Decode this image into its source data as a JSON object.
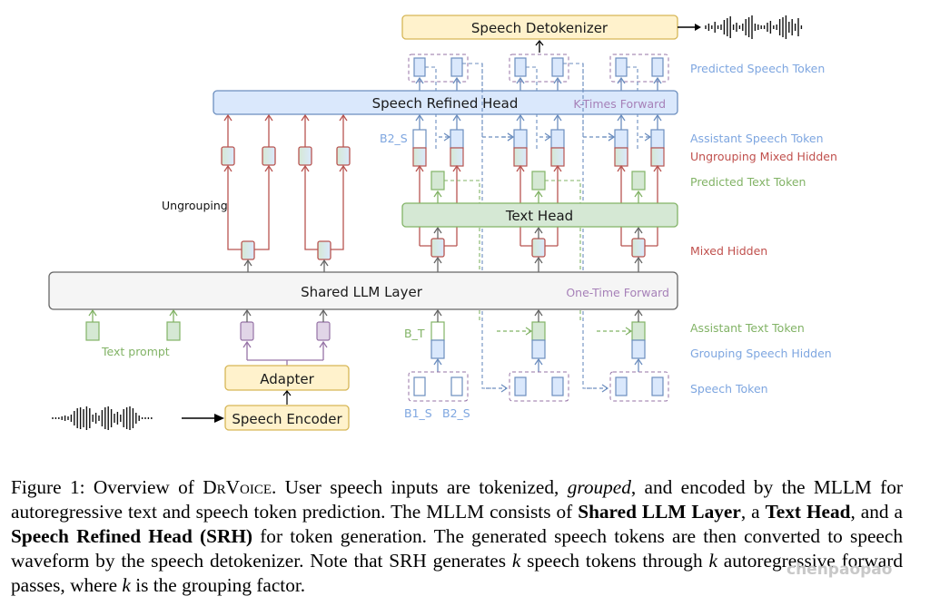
{
  "colors": {
    "speech_blue": "#6c8ebf",
    "speech_fill": "#dae8fc",
    "text_green": "#82b366",
    "text_fill": "#d5e8d4",
    "hidden_red": "#b85450",
    "adapter_purple": "#9673a6",
    "adapter_fill": "#e1d5e7",
    "yellow_fill": "#fff2cc",
    "yellow_stroke": "#d6b656",
    "shared_fill": "#f5f5f5",
    "shared_stroke": "#666666",
    "label_purple": "#a680b8"
  },
  "blocks": {
    "speech_detokenizer": "Speech Detokenizer",
    "speech_refined_head": "Speech Refined Head",
    "k_times_forward": "K-Times Forward",
    "text_head": "Text Head",
    "shared_llm_layer": "Shared LLM Layer",
    "one_time_forward": "One-Time Forward",
    "adapter": "Adapter",
    "speech_encoder": "Speech Encoder"
  },
  "labels": {
    "ungrouping": "Ungrouping",
    "text_prompt": "Text prompt",
    "b2_s_top": "B2_S",
    "b_t": "B_T",
    "b1_s": "B1_S",
    "b2_s": "B2_S"
  },
  "legend": [
    {
      "key": "predicted_speech_token",
      "text": "Predicted Speech Token",
      "color": "#7ea6e0"
    },
    {
      "key": "assistant_speech_token",
      "text": "Assistant Speech Token",
      "color": "#7ea6e0"
    },
    {
      "key": "ungrouping_mixed_hidden",
      "text": "Ungrouping Mixed Hidden",
      "color": "#c0504d"
    },
    {
      "key": "predicted_text_token",
      "text": "Predicted Text Token",
      "color": "#82b366"
    },
    {
      "key": "mixed_hidden",
      "text": "Mixed Hidden",
      "color": "#c0504d"
    },
    {
      "key": "assistant_text_token",
      "text": "Assistant Text Token",
      "color": "#82b366"
    },
    {
      "key": "grouping_speech_hidden",
      "text": "Grouping Speech Hidden",
      "color": "#7ea6e0"
    },
    {
      "key": "speech_token",
      "text": "Speech Token",
      "color": "#7ea6e0"
    }
  ],
  "caption": {
    "figure_label": "Figure 1: Overview of ",
    "model_name": "DrVoice",
    "p1": ". User speech inputs are tokenized, ",
    "grouped": "grouped",
    "p2": ", and encoded by the MLLM for autoregressive text and speech token prediction. The MLLM consists of ",
    "b1": "Shared LLM Layer",
    "p3": ", a ",
    "b2": "Text Head",
    "p4": ", and a ",
    "b3": "Speech Refined Head",
    "p5": " ",
    "b4": "(SRH)",
    "p6": " for token generation. The generated speech tokens are then converted to speech waveform by the speech detokenizer. Note that SRH generates ",
    "k1": "k",
    "p7": " speech tokens through ",
    "k2": "k",
    "p8": " autoregressive forward passes, where ",
    "k3": "k",
    "p9": " is the grouping factor."
  },
  "watermark": "chenpaopao"
}
